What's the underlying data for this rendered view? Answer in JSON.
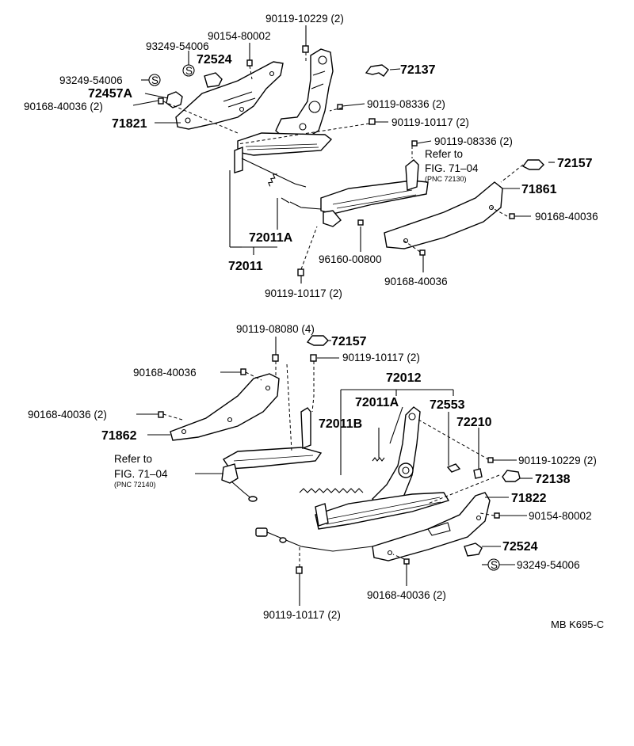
{
  "diagram_code": "MB K695-C",
  "labels": {
    "p90119_10229_2_top": "90119-10229 (2)",
    "p90154_80002_top": "90154-80002",
    "p93249_54006_a": "93249-54006",
    "p72524_top": "72524",
    "p72137": "72137",
    "p93249_54006_b": "93249-54006",
    "p72457A": "72457A",
    "p90168_40036_2_top": "90168-40036 (2)",
    "p90119_08336_2_a": "90119-08336 (2)",
    "p71821": "71821",
    "p90119_10117_2_a": "90119-10117 (2)",
    "p90119_08336_2_b": "90119-08336 (2)",
    "refer_top_1": "Refer to",
    "refer_top_2": "FIG. 71–04",
    "refer_top_3": "(PNC 72130)",
    "p72157_top": "72157",
    "p71861": "71861",
    "p90168_40036_r": "90168-40036",
    "p72011A_top": "72011A",
    "p72011": "72011",
    "p96160_00800": "96160-00800",
    "p90168_40036_b": "90168-40036",
    "p90119_10117_2_b": "90119-10117 (2)",
    "p90119_08080_4": "90119-08080 (4)",
    "p72157_mid": "72157",
    "p90119_10117_2_c": "90119-10117 (2)",
    "p90168_40036_l": "90168-40036",
    "p72012": "72012",
    "p72011A_mid": "72011A",
    "p72553": "72553",
    "p90168_40036_2_l": "90168-40036 (2)",
    "p72011B": "72011B",
    "p72210": "72210",
    "p71862": "71862",
    "refer_bot_1": "Refer to",
    "refer_bot_2": "FIG. 71–04",
    "refer_bot_3": "(PNC 72140)",
    "p90119_10229_2_r": "90119-10229 (2)",
    "p72138": "72138",
    "p71822": "71822",
    "p90154_80002_r": "90154-80002",
    "p72524_bot": "72524",
    "p93249_54006_c": "93249-54006",
    "p90168_40036_2_bot": "90168-40036 (2)",
    "p90119_10117_2_d": "90119-10117 (2)"
  },
  "symbols": {
    "s_mark": "S"
  }
}
